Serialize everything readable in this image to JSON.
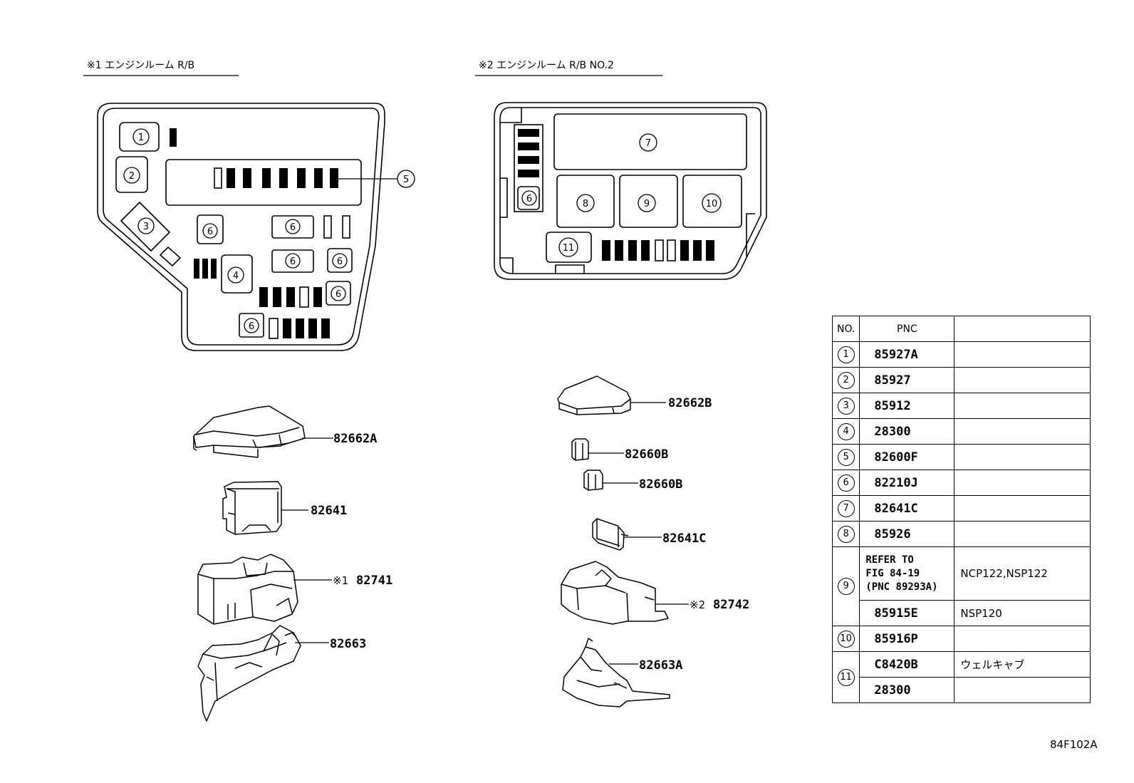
{
  "headers": {
    "box1": "※1 エンジンルーム R/B",
    "box2": "※2 エンジンルーム R/B  NO.2"
  },
  "box1_callouts": [
    "1",
    "2",
    "3",
    "4",
    "5",
    "6",
    "6",
    "6",
    "6",
    "6",
    "6"
  ],
  "box2_callouts": [
    "6",
    "7",
    "8",
    "9",
    "10",
    "11"
  ],
  "parts_left": {
    "p1": "82662A",
    "p2": "82641",
    "p3_mark": "※1",
    "p3": "82741",
    "p4": "82663"
  },
  "parts_right": {
    "p1": "82662B",
    "p2": "82660B",
    "p3": "82660B",
    "p4": "82641C",
    "p5_mark": "※2",
    "p5": "82742",
    "p6": "82663A"
  },
  "table": {
    "head_no": "NO.",
    "head_pnc": "PNC",
    "rows": [
      {
        "no": "1",
        "pnc": "85927A",
        "remark": ""
      },
      {
        "no": "2",
        "pnc": "85927",
        "remark": ""
      },
      {
        "no": "3",
        "pnc": "85912",
        "remark": ""
      },
      {
        "no": "4",
        "pnc": "28300",
        "remark": ""
      },
      {
        "no": "5",
        "pnc": "82600F",
        "remark": ""
      },
      {
        "no": "6",
        "pnc": "82210J",
        "remark": ""
      },
      {
        "no": "7",
        "pnc": "82641C",
        "remark": ""
      },
      {
        "no": "8",
        "pnc": "85926",
        "remark": ""
      }
    ],
    "row9": {
      "no": "9",
      "refer_l1": "REFER TO",
      "refer_l2": "FIG 84-19",
      "refer_l3": "(PNC 89293A)",
      "remark_a": "NCP122,NSP122",
      "pnc_b": "85915E",
      "remark_b": "NSP120"
    },
    "row10": {
      "no": "10",
      "pnc": "85916P",
      "remark": ""
    },
    "row11": {
      "no": "11",
      "pnc_a": "C8420B",
      "remark_a": "ウェルキャブ",
      "pnc_b": "28300",
      "remark_b": ""
    }
  },
  "figure_code": "84F102A"
}
